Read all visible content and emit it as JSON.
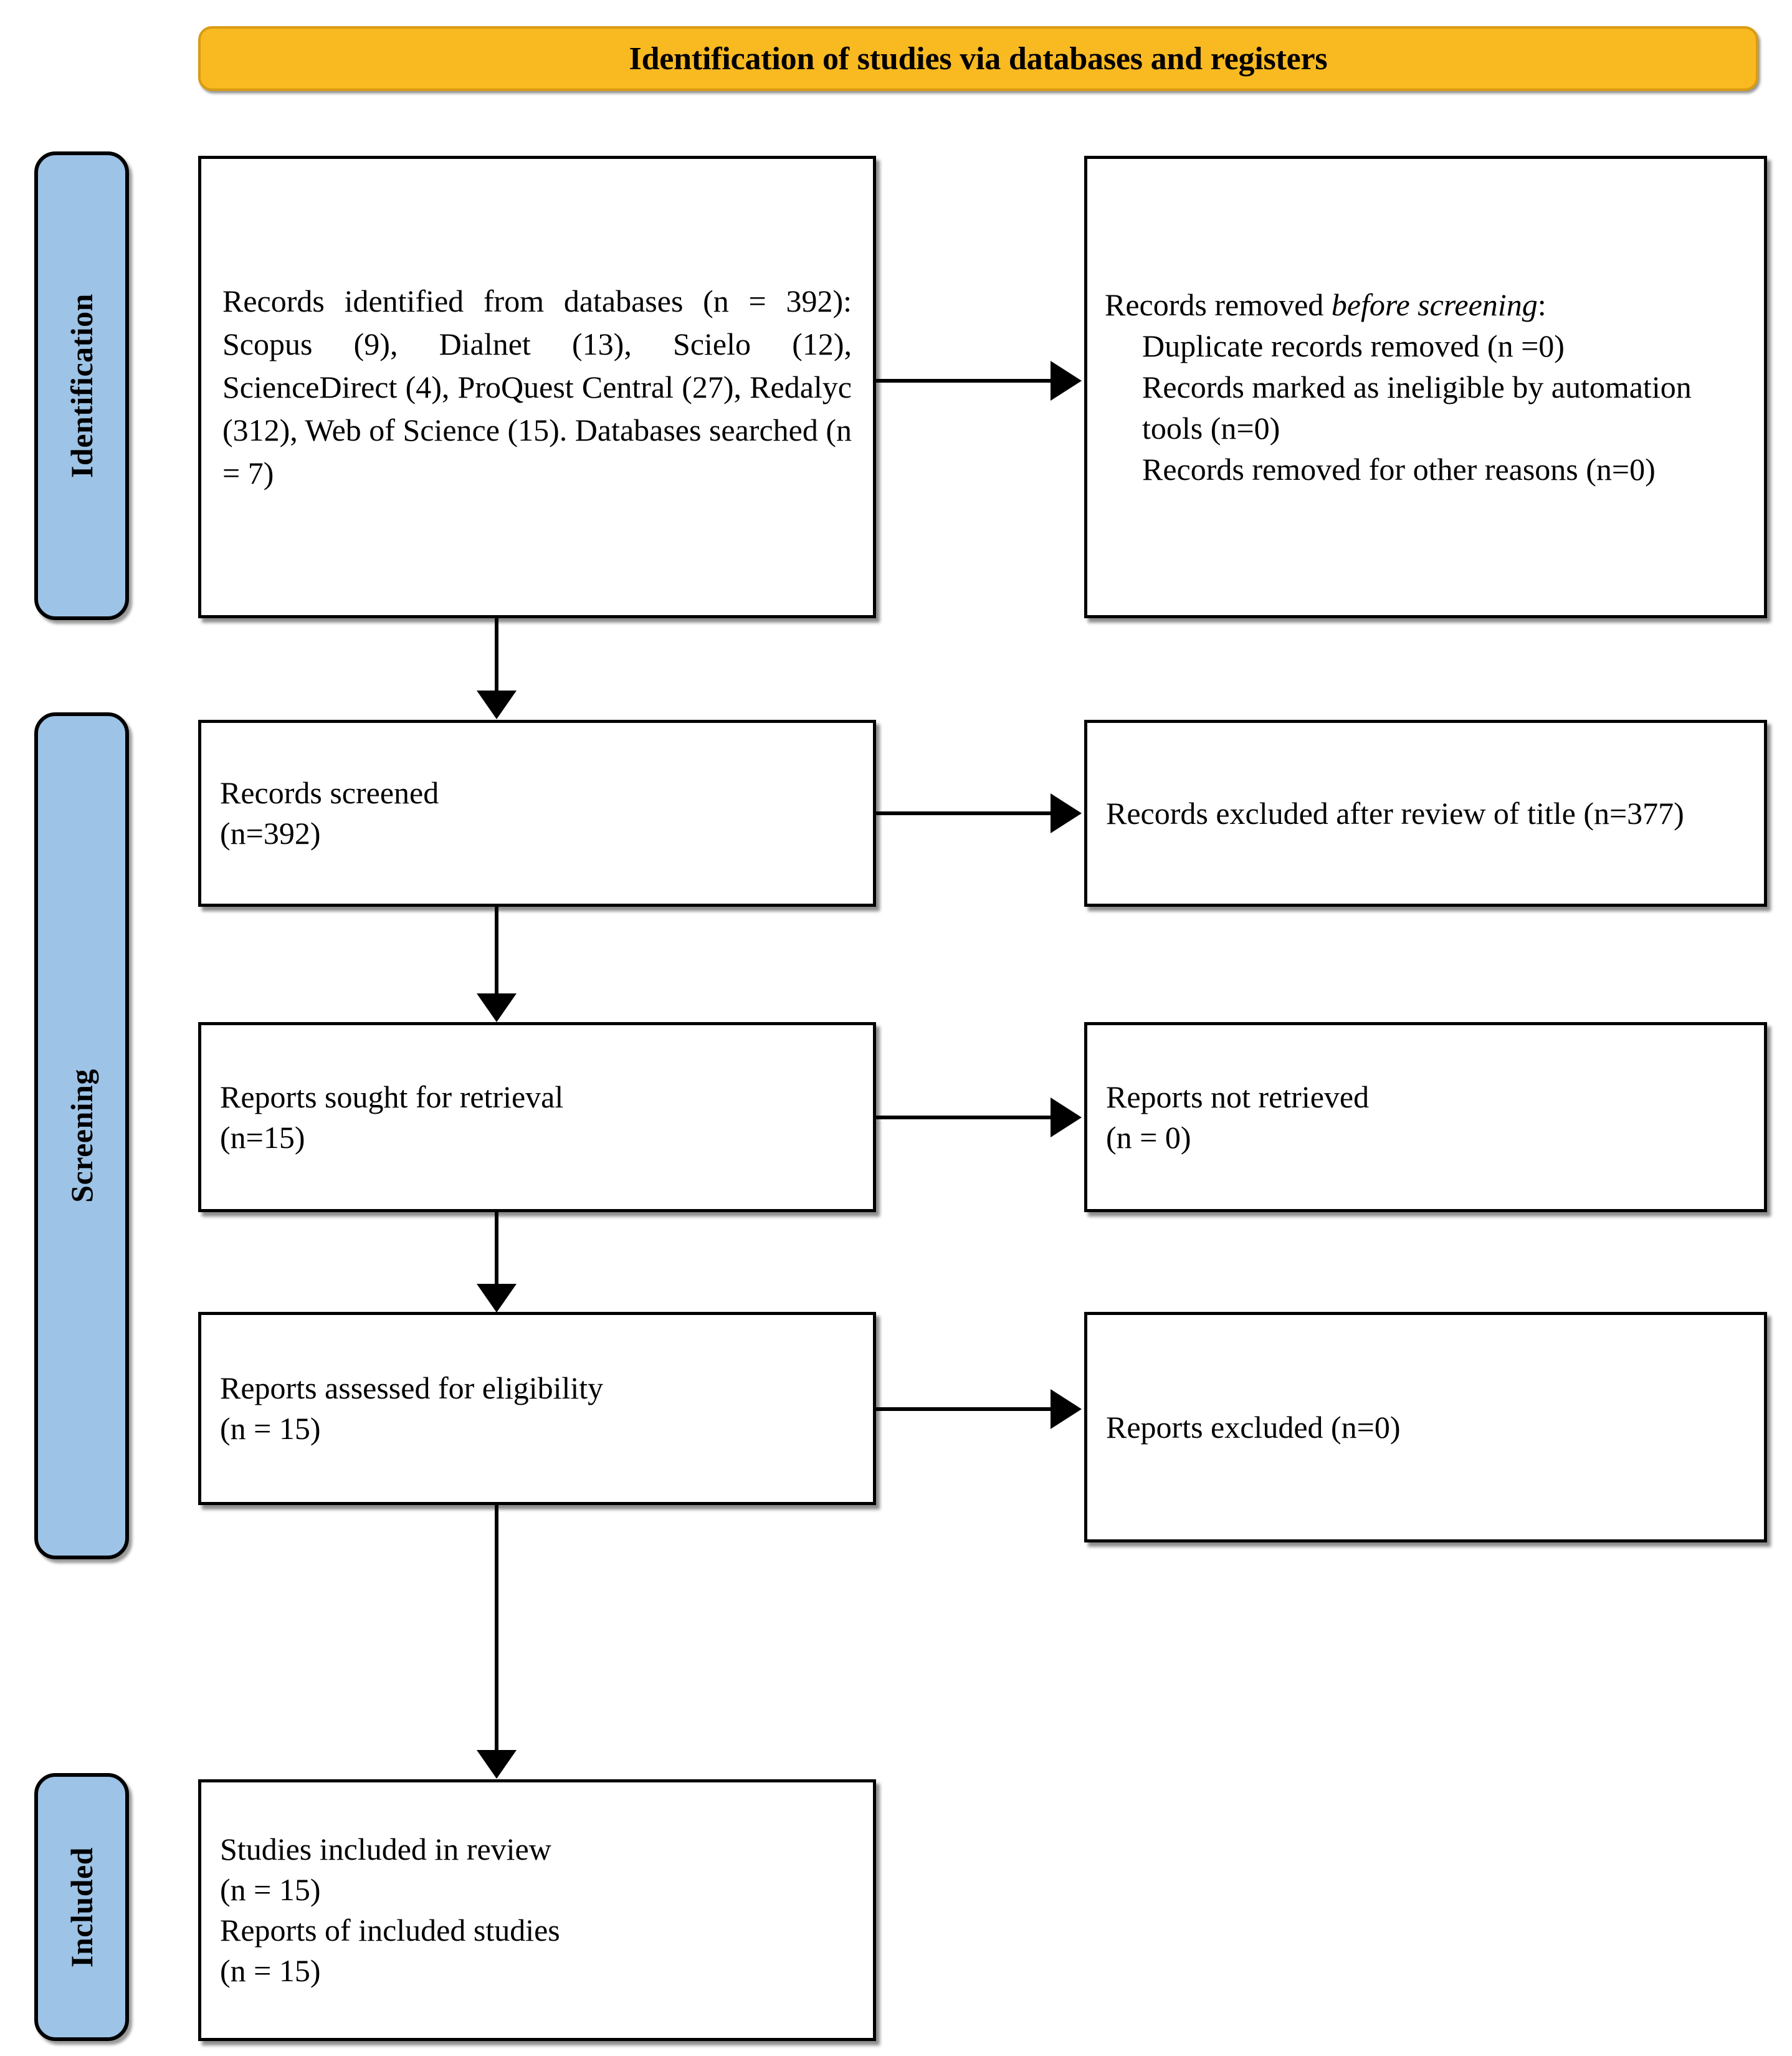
{
  "banner": {
    "title": "Identification of studies via databases and registers"
  },
  "stages": [
    {
      "id": "identification",
      "label": "Identification"
    },
    {
      "id": "screening",
      "label": "Screening"
    },
    {
      "id": "included",
      "label": "Included"
    }
  ],
  "flow": {
    "identified": {
      "text": "Records identified from databases (n = 392): Scopus (9), Dialnet (13), Scielo (12), ScienceDirect (4), ProQuest Central (27), Redalyc (312), Web of Science (15). Databases searched (n = 7)"
    },
    "removed": {
      "heading_prefix": "Records removed ",
      "heading_italic": "before screening",
      "heading_suffix": ":",
      "item1": "Duplicate records removed (n =0)",
      "item2": "Records marked as ineligible by automation tools (n=0)",
      "item3": "Records removed for other reasons (n=0)"
    },
    "screened": {
      "line1": "Records screened",
      "line2": "(n=392)"
    },
    "excluded_title": {
      "text": "Records excluded after review of title (n=377)"
    },
    "sought": {
      "line1": "Reports sought for retrieval",
      "line2": "(n=15)"
    },
    "not_retrieved": {
      "line1": "Reports not retrieved",
      "line2": "(n = 0)"
    },
    "assessed": {
      "line1": "Reports assessed for eligibility",
      "line2": "(n = 15)"
    },
    "reports_excluded": {
      "text": "Reports excluded (n=0)"
    },
    "included": {
      "line1": "Studies included in review",
      "line2": "(n = 15)",
      "line3": "Reports of included studies",
      "line4": "(n = 15)"
    }
  },
  "colors": {
    "banner_fill": "#F9B920",
    "banner_border": "#D99B12",
    "stage_fill": "#9DC3E6",
    "box_border": "#000000",
    "box_fill": "#FFFFFF"
  }
}
